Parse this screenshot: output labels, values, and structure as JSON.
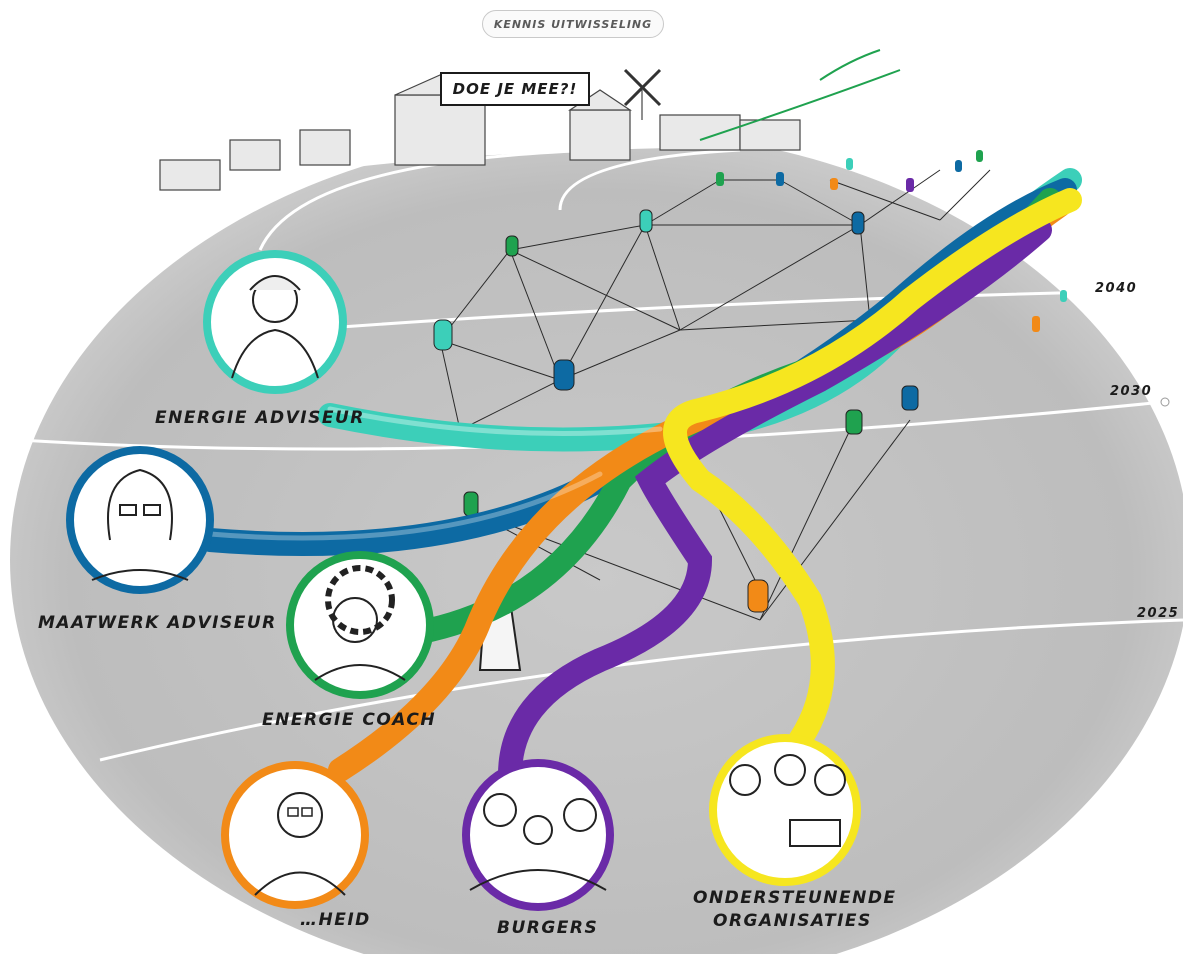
{
  "header_tag": "KENNIS UITWISSELING",
  "speech_bubble": "DOE JE MEE?!",
  "timeline": [
    "2040",
    "2030",
    "2025"
  ],
  "roles": [
    {
      "label": "ENERGIE ADVISEUR",
      "color": "#3ccfb9"
    },
    {
      "label": "MAATWERK ADVISEUR",
      "color": "#0d6aa3"
    },
    {
      "label": "ENERGIE COACH",
      "color": "#1fa24f"
    },
    {
      "label": "…HEID",
      "color": "#f28a17"
    },
    {
      "label": "BURGERS",
      "color": "#6a2aa7"
    },
    {
      "label_line1": "ONDERSTEUNENDE",
      "label_line2": "ORGANISATIES",
      "color": "#f6e61f"
    }
  ]
}
